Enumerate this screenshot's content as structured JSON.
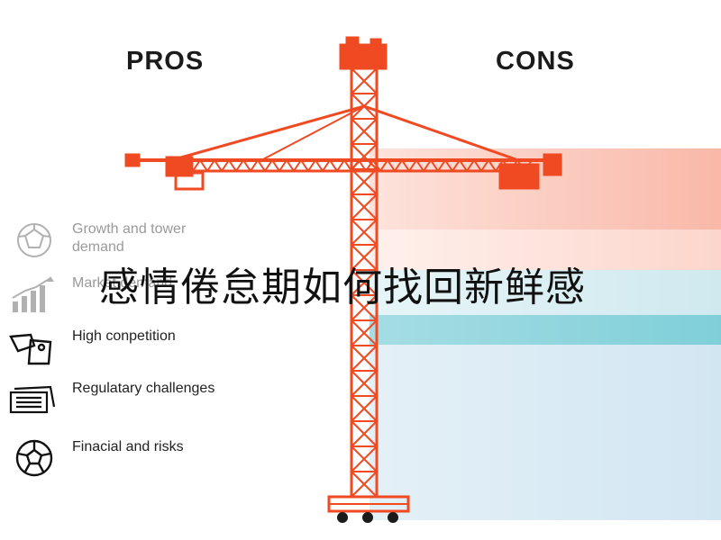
{
  "headers": {
    "pros": "PROS",
    "cons": "CONS"
  },
  "overlay_title": "感情倦怠期如何找回新鲜感",
  "items": [
    {
      "label": "Growth and tower demand",
      "icon": "network-ball-icon",
      "faded": true
    },
    {
      "label": "Market demand",
      "icon": "bar-chart-growth-icon",
      "faded": true
    },
    {
      "label": "High conpetition",
      "icon": "price-tag-icon",
      "faded": false
    },
    {
      "label": "Regulatary challenges",
      "icon": "document-stack-icon",
      "faded": false
    },
    {
      "label": "Finacial and risks",
      "icon": "soccer-ball-icon",
      "faded": false
    }
  ],
  "colors": {
    "crane": "#f04a23",
    "band_red": "#f9b8a8",
    "band_teal": "#7fcfd9",
    "band_blue": "#d2e6f2",
    "text": "#1b1b1b"
  }
}
